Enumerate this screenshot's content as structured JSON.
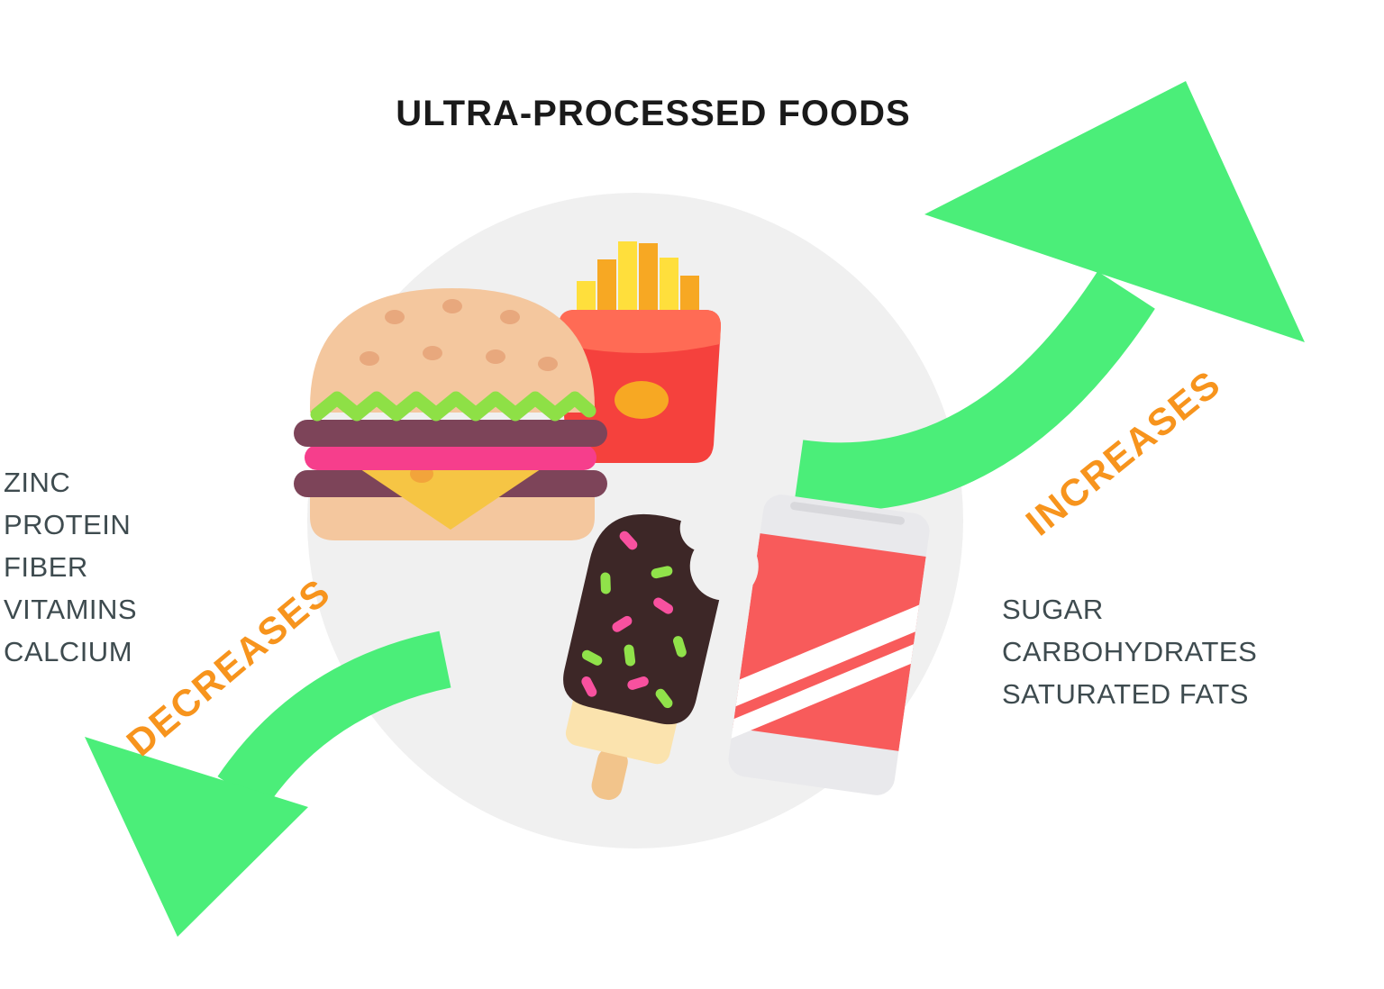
{
  "title": "ULTRA-PROCESSED FOODS",
  "increases": {
    "label": "INCREASES",
    "items": [
      "SUGAR",
      "CARBOHYDRATES",
      "SATURATED FATS"
    ]
  },
  "decreases": {
    "label": "DECREASES",
    "items": [
      "ZINC",
      "PROTEIN",
      "FIBER",
      "VITAMINS",
      "CALCIUM"
    ]
  },
  "icons": {
    "burger": "burger-icon",
    "fries": "fries-icon",
    "popsicle": "popsicle-icon",
    "soda_can": "soda-can-icon",
    "increase_arrow": "increase-arrow-icon",
    "decrease_arrow": "decrease-arrow-icon"
  },
  "colors": {
    "arrow_green": "#4BEE79",
    "accent_orange": "#F7941D",
    "text_dark": "#3E4B4F",
    "title_black": "#1A1A1A",
    "circle_gray": "#F0F0F0"
  }
}
